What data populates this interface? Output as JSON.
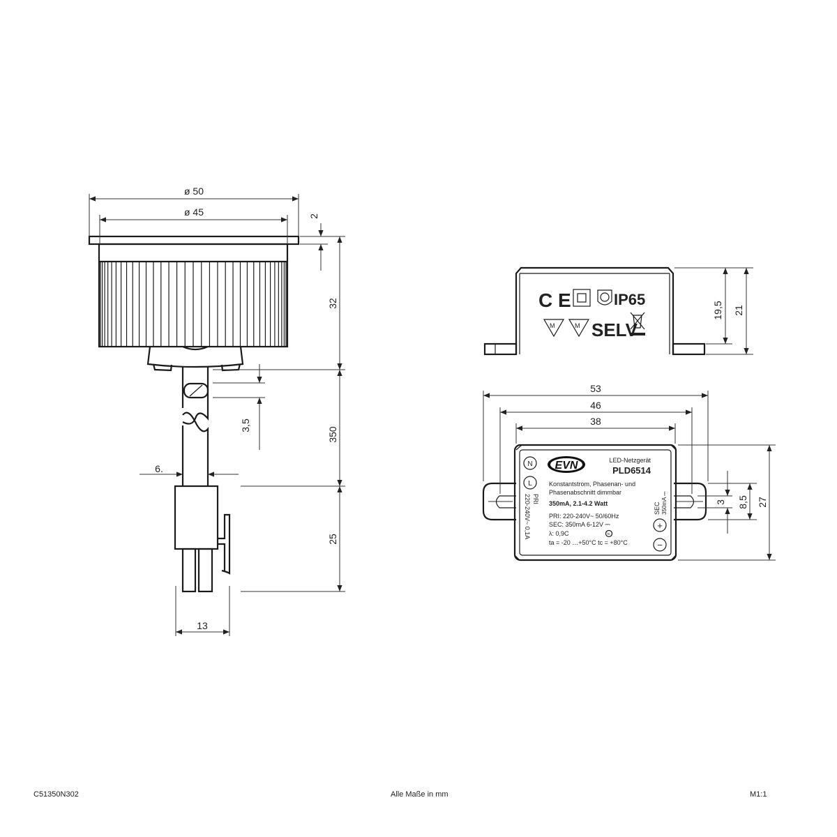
{
  "lamp_view": {
    "dims": {
      "dia_outer": "ø 50",
      "dia_inner": "ø 45",
      "flange": "2",
      "height": "32",
      "cable_length": "350",
      "clip": "3,5",
      "cable_dia": "6.",
      "connector_length": "25",
      "connector_width": "13"
    }
  },
  "driver_side_view": {
    "marks": {
      "ce": "C E",
      "ip": "IP65",
      "selv": "SELV",
      "m": "M"
    },
    "dims": {
      "h1": "19,5",
      "h2": "21"
    }
  },
  "driver_top_view": {
    "label": {
      "brand": "EVN",
      "type": "LED-Netzgerät",
      "model": "PLD6514",
      "desc1": "Konstantstrom, Phasenan- und",
      "desc2": "Phasenabschnitt dimmbar",
      "rating": "350mA, 2.1-4.2 Watt",
      "pri": "PRI: 220-240V~  50/60Hz",
      "sec": "SEC: 350mA   6-12V ⎓",
      "lambda": "λ: 0,9C",
      "temps": "ta = -20 …+50°C  tc = +80°C",
      "tc_mark": "tc",
      "n": "N",
      "l": "L",
      "pri_side1": "PRI",
      "pri_side2": "220-240V~  0,1A",
      "sec_side1": "SEC",
      "sec_side2": "350mA ⎓",
      "plus": "+",
      "minus": "−"
    },
    "dims": {
      "w53": "53",
      "w46": "46",
      "w38": "38",
      "h27": "27",
      "h85": "8,5",
      "h3": "3"
    }
  },
  "footer": {
    "code": "C51350N302",
    "note": "Alle Maße in mm",
    "scale": "M1:1"
  }
}
